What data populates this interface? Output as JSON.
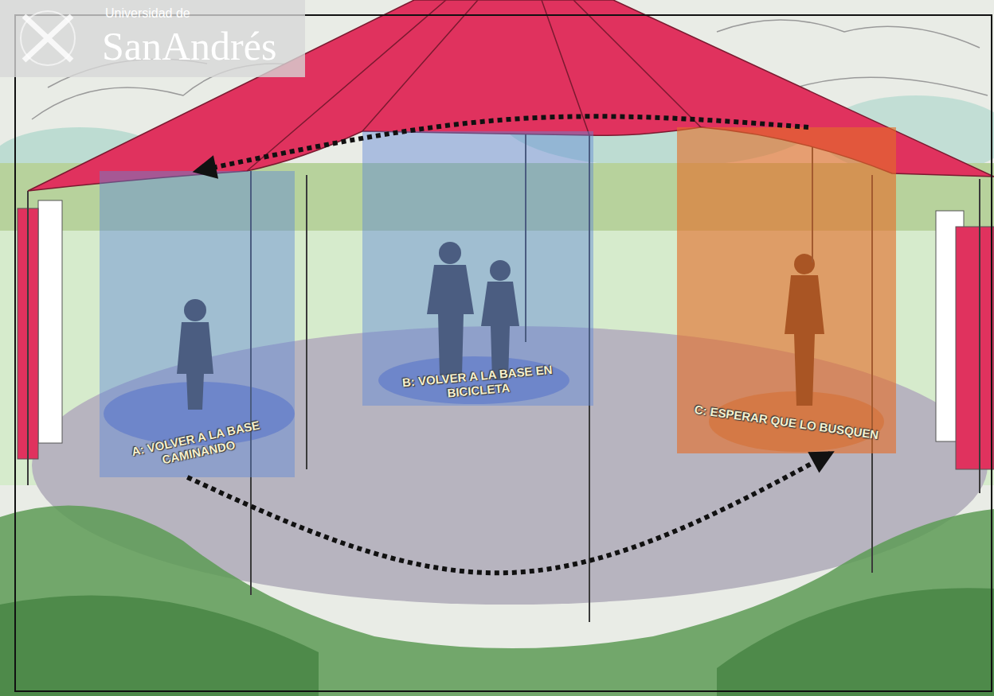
{
  "diagram": {
    "nodes": [
      {
        "text": [
          "A: VOLVER A LA BASE CAMINANDO"
        ]
      },
      {
        "text": [
          "B: VOLVER A LA BASE EN BICICLETA"
        ]
      },
      {
        "text": [
          "C: ESPERAR QUE LO BUSQUEN"
        ]
      }
    ],
    "edges": [
      {
        "from": 2,
        "to": 0,
        "arrow": "to"
      },
      {
        "from": 0,
        "to": 2,
        "arrow": "to"
      }
    ],
    "labels": [
      "Universidad de",
      "SanAndrés"
    ]
  }
}
